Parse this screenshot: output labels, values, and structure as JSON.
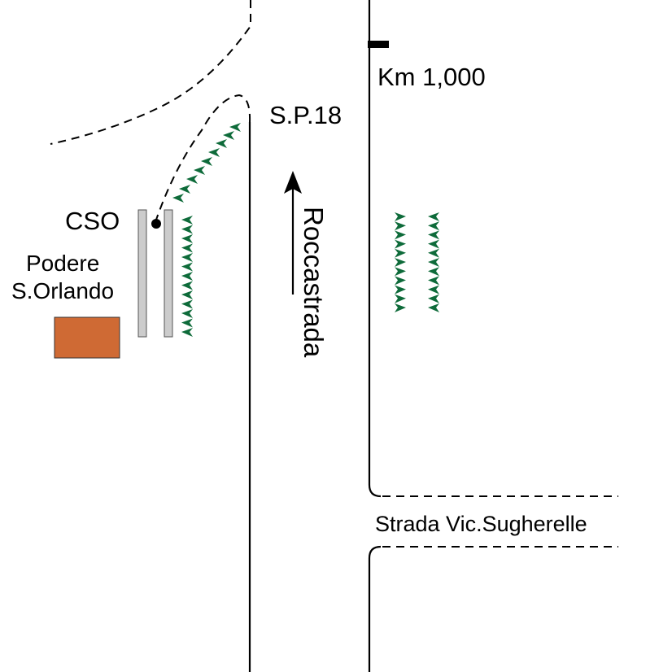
{
  "labels": {
    "km_marker": "Km 1,000",
    "road_name": "S.P.18",
    "direction": "Roccastrada",
    "cso": "CSO",
    "farm_line1": "Podere",
    "farm_line2": "S.Orlando",
    "side_road": "Strada Vic.Sugherelle"
  },
  "colors": {
    "road_lines": "#000000",
    "tree_markers": "#0e6b3a",
    "building": "#cf6a34",
    "building_outline": "#333333",
    "barrier": "#cccccc",
    "barrier_outline": "#555555"
  },
  "icons": {
    "tree_marker": "green-triangle-icon",
    "direction_arrow": "arrow-up-icon",
    "cso_point": "filled-dot-icon",
    "km_post": "kilometer-post-icon"
  }
}
